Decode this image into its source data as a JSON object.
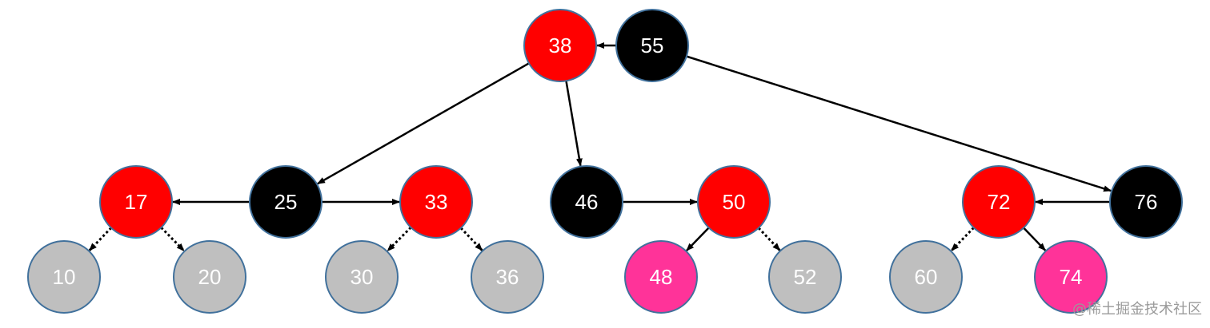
{
  "colors": {
    "red": "#ff0000",
    "black": "#000000",
    "gray": "#bfbfbf",
    "pink": "#ff3399",
    "node_outline": "#41719c",
    "edge": "#000000"
  },
  "nodes": [
    {
      "id": "38",
      "label": "38",
      "color": "red"
    },
    {
      "id": "55",
      "label": "55",
      "color": "black"
    },
    {
      "id": "17",
      "label": "17",
      "color": "red"
    },
    {
      "id": "25",
      "label": "25",
      "color": "black"
    },
    {
      "id": "33",
      "label": "33",
      "color": "red"
    },
    {
      "id": "46",
      "label": "46",
      "color": "black"
    },
    {
      "id": "50",
      "label": "50",
      "color": "red"
    },
    {
      "id": "72",
      "label": "72",
      "color": "red"
    },
    {
      "id": "76",
      "label": "76",
      "color": "black"
    },
    {
      "id": "10",
      "label": "10",
      "color": "gray"
    },
    {
      "id": "20",
      "label": "20",
      "color": "gray"
    },
    {
      "id": "30",
      "label": "30",
      "color": "gray"
    },
    {
      "id": "36",
      "label": "36",
      "color": "gray"
    },
    {
      "id": "48",
      "label": "48",
      "color": "pink"
    },
    {
      "id": "52",
      "label": "52",
      "color": "gray"
    },
    {
      "id": "60",
      "label": "60",
      "color": "gray"
    },
    {
      "id": "74",
      "label": "74",
      "color": "pink"
    }
  ],
  "edges": [
    {
      "from": "55",
      "to": "38",
      "style": "solid"
    },
    {
      "from": "38",
      "to": "25",
      "style": "solid"
    },
    {
      "from": "38",
      "to": "46",
      "style": "solid"
    },
    {
      "from": "55",
      "to": "76",
      "style": "solid"
    },
    {
      "from": "25",
      "to": "17",
      "style": "solid"
    },
    {
      "from": "25",
      "to": "33",
      "style": "solid"
    },
    {
      "from": "46",
      "to": "50",
      "style": "solid"
    },
    {
      "from": "76",
      "to": "72",
      "style": "solid"
    },
    {
      "from": "17",
      "to": "10",
      "style": "dotted"
    },
    {
      "from": "17",
      "to": "20",
      "style": "dotted"
    },
    {
      "from": "33",
      "to": "30",
      "style": "dotted"
    },
    {
      "from": "33",
      "to": "36",
      "style": "dotted"
    },
    {
      "from": "50",
      "to": "48",
      "style": "solid"
    },
    {
      "from": "50",
      "to": "52",
      "style": "dotted"
    },
    {
      "from": "72",
      "to": "60",
      "style": "dotted"
    },
    {
      "from": "72",
      "to": "74",
      "style": "solid"
    }
  ],
  "watermark": "@稀土掘金技术社区"
}
